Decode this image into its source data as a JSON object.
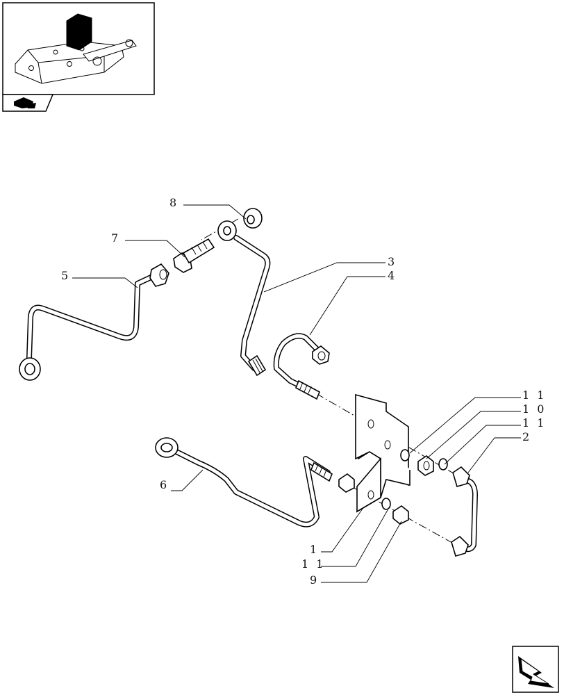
{
  "labels": {
    "l1": "1",
    "l2": "2",
    "l3": "3",
    "l4": "4",
    "l5": "5",
    "l6": "6",
    "l7": "7",
    "l8": "8",
    "l9": "9",
    "l10": "1 0",
    "l11a": "1 1",
    "l11b": "1 1",
    "l11c": "1 1"
  },
  "icons": {
    "thumbnail": "assembly-thumbnail-icon",
    "book": "catalog-book-icon",
    "next": "next-page-arrow-icon"
  }
}
